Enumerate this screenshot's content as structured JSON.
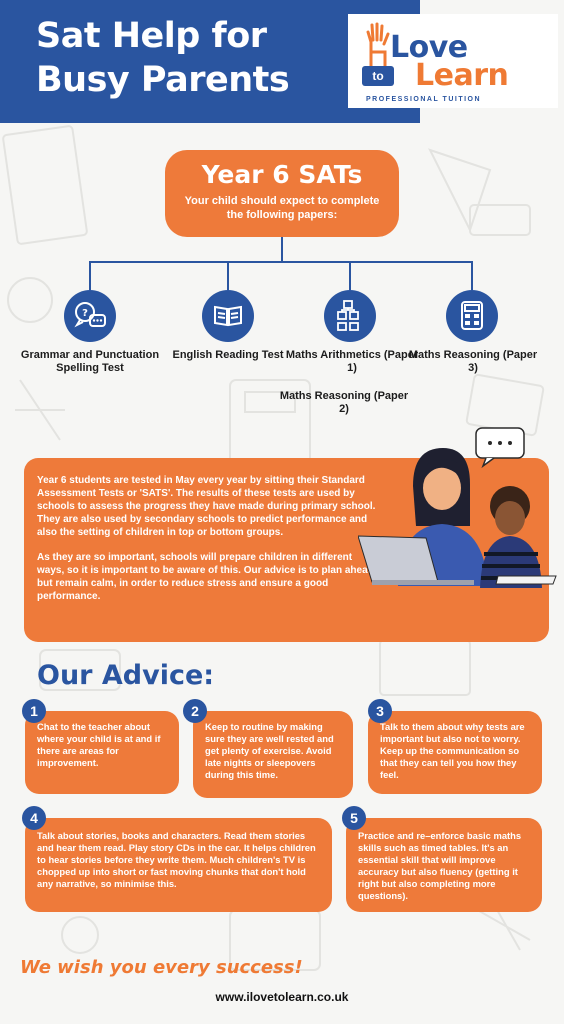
{
  "header": {
    "title_line1": "Sat Help for",
    "title_line2": "Busy Parents",
    "header_color": "#2a55a0"
  },
  "logo": {
    "word1": "Love",
    "word2": "to",
    "word3": "Learn",
    "tagline": "PROFESSIONAL TUITION"
  },
  "sats": {
    "title": "Year 6 SATs",
    "subtitle": "Your child should expect to complete the following papers:"
  },
  "papers": [
    {
      "icon": "speech-bubbles-icon",
      "label": "Grammar and Punctuation Spelling Test"
    },
    {
      "icon": "open-book-icon",
      "label": "English Reading Test"
    },
    {
      "icon": "flowchart-icon",
      "label": "Maths Arithmetics (Paper 1)"
    },
    {
      "icon": "calculator-icon",
      "label": "Maths Reasoning (Paper 3)"
    }
  ],
  "paper_extra": {
    "label": "Maths Reasoning (Paper 2)"
  },
  "info": {
    "para1": "Year 6 students are tested in May every year by sitting their Standard Assessment Tests or 'SATS'. The results of these tests are used by schools to assess the progress they have made during primary school. They are also used by secondary schools to predict performance and also the setting of children in top or bottom groups.",
    "para2": "As they are so important, schools will prepare children in different ways, so it is important to be aware of this. Our advice is to plan ahead but remain calm, in order to reduce stress and ensure a good performance."
  },
  "advice": {
    "title": "Our Advice:",
    "items": [
      {
        "num": "1",
        "text": "Chat to the teacher about where your child is at and if there are areas for improvement."
      },
      {
        "num": "2",
        "text": "Keep to routine by making sure they are well rested and get plenty of exercise. Avoid late nights or sleepovers during this time."
      },
      {
        "num": "3",
        "text": "Talk to them about why tests are important but also not to worry. Keep up the communication so that they can tell you how they feel."
      },
      {
        "num": "4",
        "text": "Talk about stories, books and characters. Read them stories and hear them read. Play story CDs in the car. It helps children to hear stories before they write them. Much children's TV is chopped up into short or fast moving chunks that don't hold any narrative, so minimise this."
      },
      {
        "num": "5",
        "text": "Practice and re–enforce basic maths skills such as timed tables. It's an essential skill that will improve accuracy but also fluency (getting it right but also completing more questions)."
      }
    ]
  },
  "footer": {
    "wish": "We wish you every success!",
    "url": "www.ilovetolearn.co.uk"
  },
  "colors": {
    "orange": "#ee7a3a",
    "blue": "#2a55a0"
  }
}
